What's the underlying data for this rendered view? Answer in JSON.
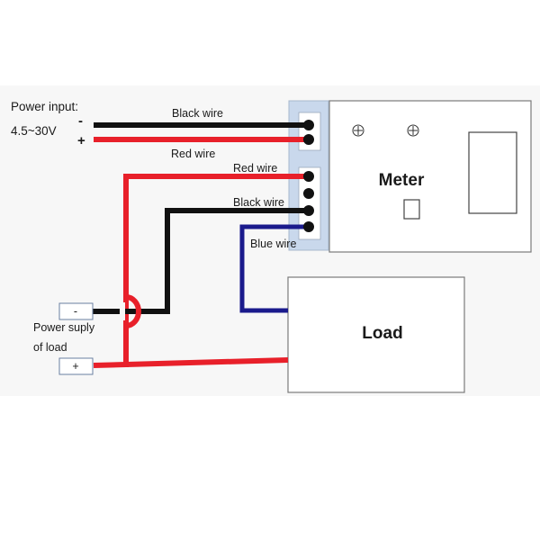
{
  "power_input": {
    "title": "Power input:",
    "voltage": "4.5~30V",
    "minus": "-",
    "plus": "+"
  },
  "wires": {
    "top_black": "Black wire",
    "top_red": "Red wire",
    "red": "Red wire",
    "black": "Black wire",
    "blue": "Blue wire"
  },
  "meter": {
    "label": "Meter"
  },
  "load": {
    "label": "Load"
  },
  "load_supply": {
    "line1": "Power suply",
    "line2": "of load",
    "minus": "-",
    "plus": "+"
  },
  "colors": {
    "red_wire": "#e8202a",
    "black_wire": "#111111",
    "blue_wire": "#1a1a8c",
    "connector": "#c9d8ec",
    "box_border": "#7a7a7a"
  }
}
